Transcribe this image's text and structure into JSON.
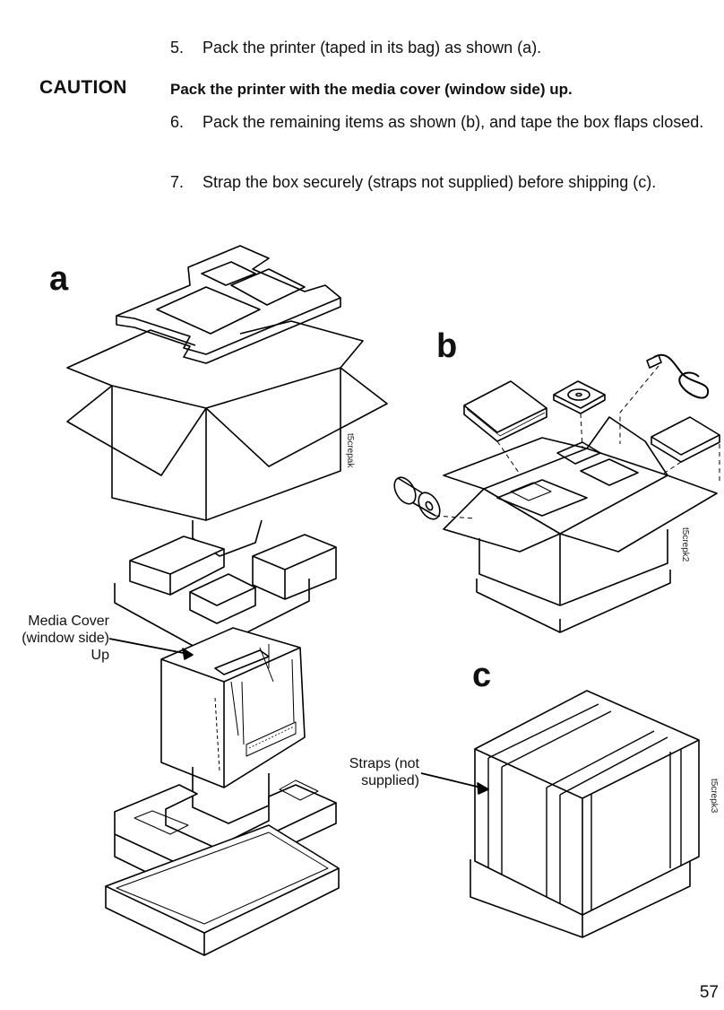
{
  "steps": [
    {
      "num": "5.",
      "text": "Pack the printer (taped in its bag) as shown (a)."
    },
    {
      "num": "6.",
      "text": "Pack the remaining items as shown (b), and tape the box flaps closed."
    },
    {
      "num": "7.",
      "text": "Strap the box securely (straps not supplied) before shipping (c)."
    }
  ],
  "caution": {
    "label": "CAUTION",
    "text": "Pack the printer with the media cover (window side) up."
  },
  "figure": {
    "panels": [
      "a",
      "b",
      "c"
    ],
    "callout_media_cover": [
      "Media Cover",
      "(window side)",
      "Up"
    ],
    "callout_straps": [
      "Straps (not",
      "supplied)"
    ],
    "codes": [
      "t5crepak",
      "t5crepk2",
      "t5crepk3"
    ]
  },
  "page_number": "57"
}
